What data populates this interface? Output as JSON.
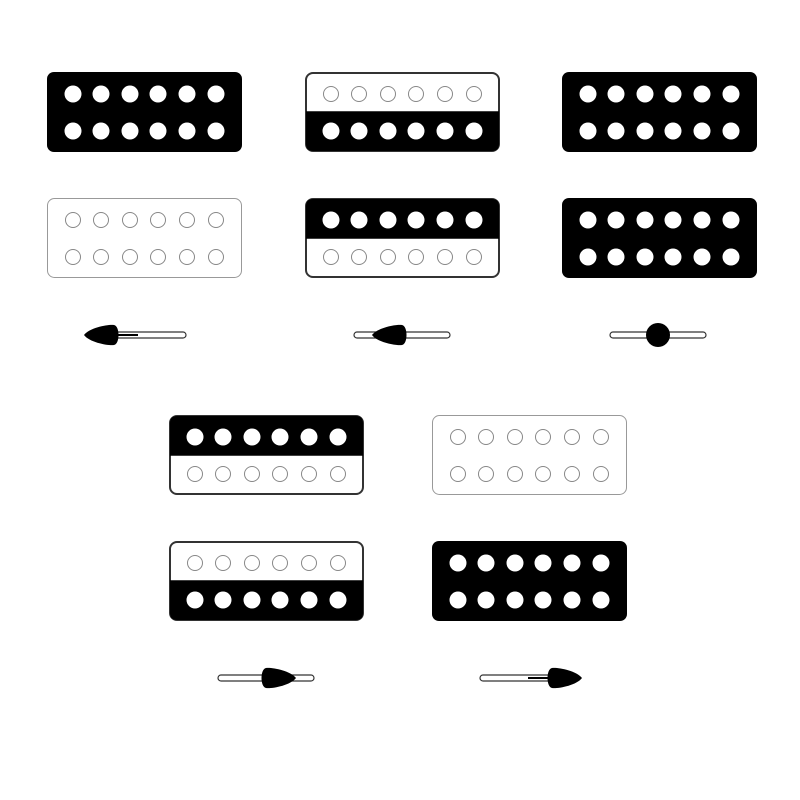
{
  "colors": {
    "background": "#ffffff",
    "ink": "#000000",
    "outline": "#333333",
    "light_outline": "#999999",
    "pole_light": "#888888"
  },
  "diagram": {
    "description_free": true,
    "positions": [
      {
        "id": "position-1",
        "neck_pickup": {
          "top_coil": "active",
          "bottom_coil": "active"
        },
        "bridge_pickup": {
          "top_coil": "inactive",
          "bottom_coil": "inactive"
        },
        "selector": {
          "lever_icon": "lever-left-icon"
        }
      },
      {
        "id": "position-2",
        "neck_pickup": {
          "top_coil": "inactive",
          "bottom_coil": "active"
        },
        "bridge_pickup": {
          "top_coil": "active",
          "bottom_coil": "inactive"
        },
        "selector": {
          "lever_icon": "lever-left-center-icon"
        }
      },
      {
        "id": "position-3",
        "neck_pickup": {
          "top_coil": "active",
          "bottom_coil": "active"
        },
        "bridge_pickup": {
          "top_coil": "active",
          "bottom_coil": "active"
        },
        "selector": {
          "lever_icon": "lever-center-icon"
        }
      },
      {
        "id": "position-4",
        "neck_pickup": {
          "top_coil": "active",
          "bottom_coil": "inactive"
        },
        "bridge_pickup": {
          "top_coil": "inactive",
          "bottom_coil": "active"
        },
        "selector": {
          "lever_icon": "lever-right-center-icon"
        }
      },
      {
        "id": "position-5",
        "neck_pickup": {
          "top_coil": "inactive",
          "bottom_coil": "inactive"
        },
        "bridge_pickup": {
          "top_coil": "active",
          "bottom_coil": "active"
        },
        "selector": {
          "lever_icon": "lever-right-icon"
        }
      }
    ]
  }
}
